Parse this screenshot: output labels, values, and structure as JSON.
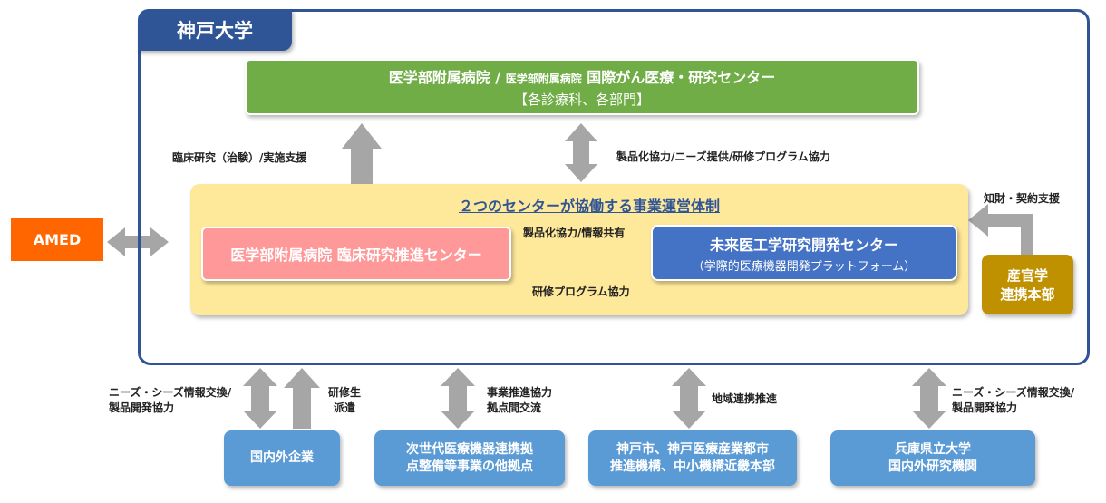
{
  "kobe_title": "神戸大学",
  "hospital": {
    "line1_a": "医学部附属病院 / ",
    "line1_b": "医学部附属病院",
    "line1_c": " 国際がん医療・研究センター",
    "line2": "【各診療科、各部門】"
  },
  "yellow_title": "２つのセンターが協働する事業運営体制",
  "center_left": "医学部附属病院 臨床研究推進センター",
  "center_right": {
    "line1": "未来医工学研究開発センター",
    "line2": "（学際的医療機器開発プラットフォーム）"
  },
  "amed": "AMED",
  "sangaku": [
    "産官学",
    "連携本部"
  ],
  "labels": {
    "clinical_support": "臨床研究（治験）/実施支援",
    "product_needs": "製品化協力/ニーズ提供/研修プログラム協力",
    "ip_support": "知財・契約支援",
    "product_info": "製品化協力/情報共有",
    "training": "研修プログラム協力",
    "needs_seeds_left": [
      "ニーズ・シーズ情報交換/",
      "製品開発協力"
    ],
    "trainee": [
      "研修生",
      "派遣"
    ],
    "business": [
      "事業推進協力",
      "拠点間交流"
    ],
    "regional": "地域連携推進",
    "needs_seeds_right": [
      "ニーズ・シーズ情報交換/",
      "製品開発協力"
    ]
  },
  "bottom": {
    "b1": [
      "国内外企業"
    ],
    "b2": [
      "次世代医療機器連携拠",
      "点整備等事業の他拠点"
    ],
    "b3": [
      "神戸市、神戸医療産業都市",
      "推進機構、中小機構近畿本部"
    ],
    "b4": [
      "兵庫県立大学",
      "国内外研究機関"
    ]
  },
  "colors": {
    "frame": "#2f5597",
    "hospital": "#70ad47",
    "yellow": "#fee89a",
    "center_left": "#ff9999",
    "center_right": "#4472c4",
    "amed": "#ff6600",
    "sangaku": "#bf9000",
    "bottom_box": "#5b9bd5",
    "arrow": "#a6a6a6"
  }
}
